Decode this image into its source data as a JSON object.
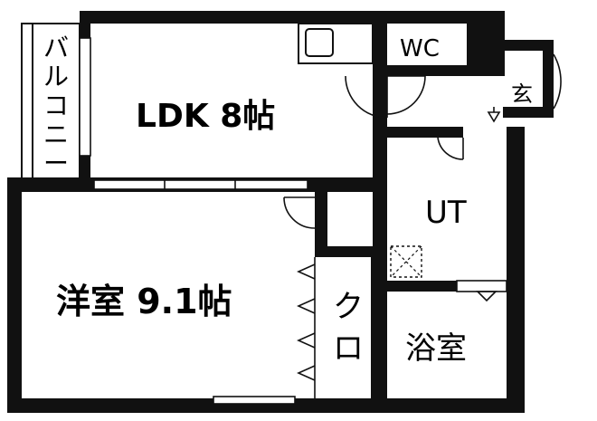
{
  "floorplan": {
    "rooms": {
      "ldk": "LDK 8帖",
      "western": "洋室 9.1帖",
      "ut": "UT",
      "bath": "浴室",
      "wc": "WC",
      "closet": [
        "ク",
        "ロ"
      ],
      "entrance": "玄",
      "balcony": [
        "バ",
        "ル",
        "コ",
        "ニ",
        "ー"
      ]
    },
    "colors": {
      "wall": "#111111",
      "background": "#ffffff"
    }
  }
}
